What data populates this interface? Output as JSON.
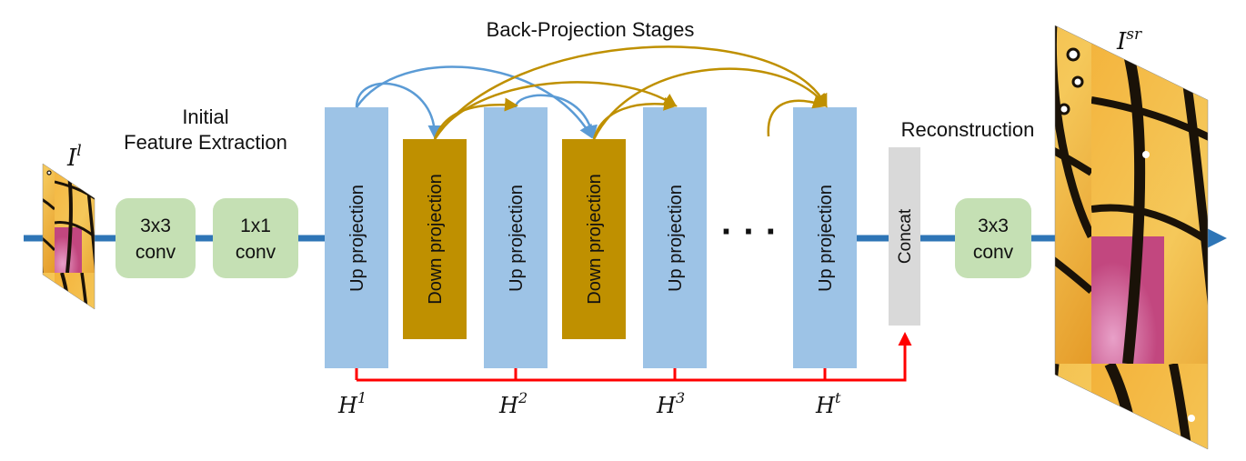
{
  "diagram": {
    "title": "Back-Projection Stages",
    "initial_label_line1": "Initial",
    "initial_label_line2": "Feature Extraction",
    "reconstruction_label": "Reconstruction",
    "input_image": {
      "symbol": "I",
      "superscript": "l"
    },
    "output_image": {
      "symbol": "I",
      "superscript": "sr"
    },
    "conv_blocks": [
      {
        "line1": "3x3",
        "line2": "conv"
      },
      {
        "line1": "1x1",
        "line2": "conv"
      },
      {
        "line1": "3x3",
        "line2": "conv"
      }
    ],
    "stages": [
      {
        "label": "Up projection",
        "kind": "up"
      },
      {
        "label": "Down projection",
        "kind": "down"
      },
      {
        "label": "Up projection",
        "kind": "up"
      },
      {
        "label": "Down projection",
        "kind": "down"
      },
      {
        "label": "Up projection",
        "kind": "up"
      },
      {
        "label": "Up projection",
        "kind": "up"
      }
    ],
    "ellipsis": "· · ·",
    "concat_label": "Concat",
    "h_labels": [
      {
        "symbol": "H",
        "superscript": "1"
      },
      {
        "symbol": "H",
        "superscript": "2"
      },
      {
        "symbol": "H",
        "superscript": "3"
      },
      {
        "symbol": "H",
        "superscript": "t"
      }
    ],
    "colors": {
      "up_block": "#9dc3e6",
      "down_block": "#bf9000",
      "conv_block": "#c5e0b4",
      "concat_block": "#d9d9d9",
      "main_flow": "#2e75b6",
      "blue_skip": "#5b9bd5",
      "gold_skip": "#bf9000",
      "red_skip": "#ff0000"
    }
  }
}
